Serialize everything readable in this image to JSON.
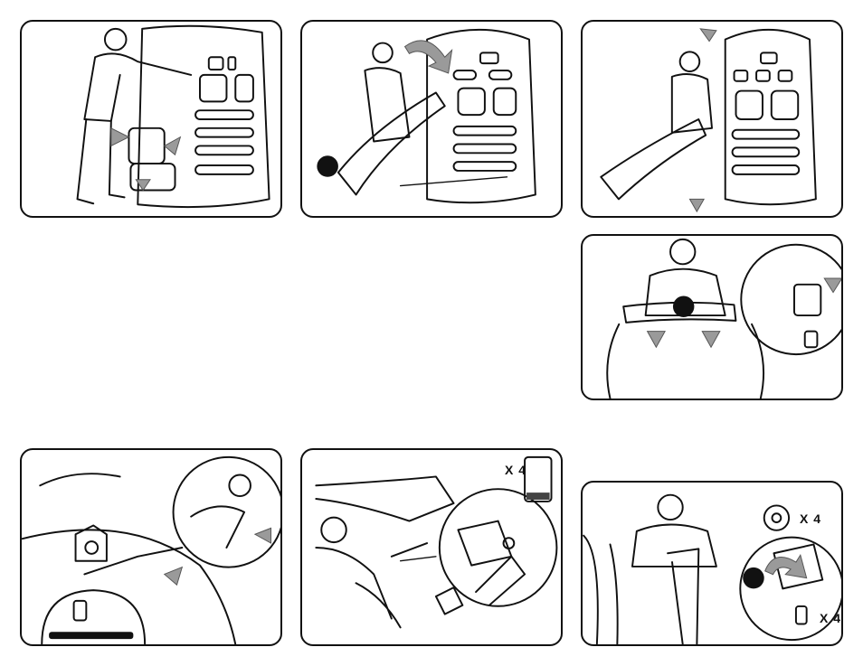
{
  "panels": [
    {
      "id": "step-1"
    },
    {
      "id": "step-2"
    },
    {
      "id": "step-3"
    },
    {
      "id": "step-4"
    },
    {
      "id": "step-5"
    },
    {
      "id": "step-6",
      "quantity_label": "X 4"
    },
    {
      "id": "step-7",
      "quantity_label_top": "X 4",
      "quantity_label_bottom": "X 4"
    }
  ],
  "colors": {
    "ink": "#111111",
    "arrow_fill": "#9a9a9a",
    "background": "#ffffff"
  }
}
